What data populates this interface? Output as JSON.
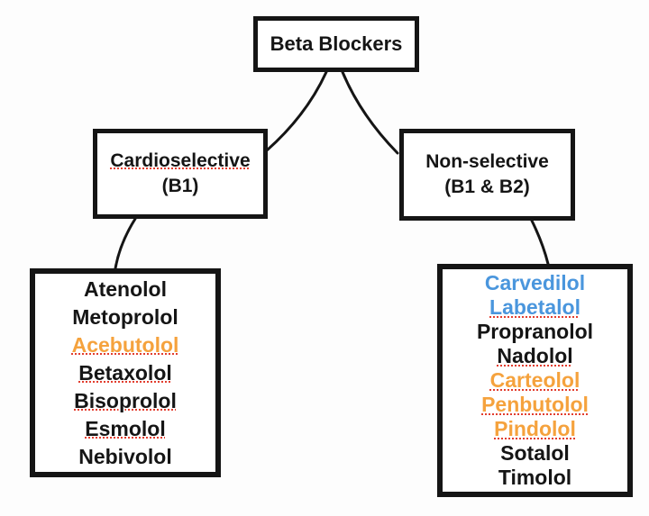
{
  "root": {
    "label": "Beta Blockers"
  },
  "branches": [
    {
      "id": "cardioselective",
      "title_line1": "Cardioselective",
      "title_line2": "(B1)",
      "title_misspelled": true
    },
    {
      "id": "nonselective",
      "title_line1": "Non-selective",
      "title_line2": "(B1 & B2)",
      "title_misspelled": false
    }
  ],
  "drug_lists": {
    "cardioselective": [
      {
        "name": "Atenolol",
        "color": "black",
        "misspelled": false
      },
      {
        "name": "Metoprolol",
        "color": "black",
        "misspelled": false
      },
      {
        "name": "Acebutolol",
        "color": "orange",
        "misspelled": true
      },
      {
        "name": "Betaxolol",
        "color": "black",
        "misspelled": true
      },
      {
        "name": "Bisoprolol",
        "color": "black",
        "misspelled": true
      },
      {
        "name": "Esmolol",
        "color": "black",
        "misspelled": true
      },
      {
        "name": "Nebivolol",
        "color": "black",
        "misspelled": false
      }
    ],
    "nonselective": [
      {
        "name": "Carvedilol",
        "color": "blue",
        "misspelled": false
      },
      {
        "name": "Labetalol",
        "color": "blue",
        "misspelled": true
      },
      {
        "name": "Propranolol",
        "color": "black",
        "misspelled": false
      },
      {
        "name": "Nadolol",
        "color": "black",
        "misspelled": true
      },
      {
        "name": "Carteolol",
        "color": "orange",
        "misspelled": true
      },
      {
        "name": "Penbutolol",
        "color": "orange",
        "misspelled": true
      },
      {
        "name": "Pindolol",
        "color": "orange",
        "misspelled": true
      },
      {
        "name": "Sotalol",
        "color": "black",
        "misspelled": false
      },
      {
        "name": "Timolol",
        "color": "black",
        "misspelled": false
      }
    ]
  },
  "colors": {
    "black": "#151515",
    "blue": "#4a96dd",
    "orange": "#f5a23d",
    "line": "#151515",
    "misspell": "#e23d2e",
    "background": "#fdfdfd"
  }
}
